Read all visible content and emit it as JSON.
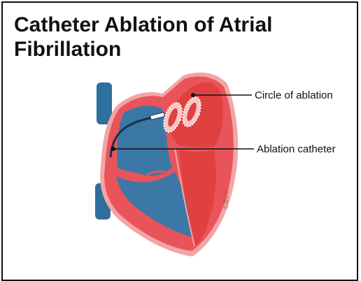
{
  "title": "Catheter Ablation of Atrial Fibrillation",
  "labels": {
    "circle_of_ablation": "Circle of ablation",
    "ablation_catheter": "Ablation catheter"
  },
  "watermark": "©BUS",
  "colors": {
    "vessel_blue": "#2e6f9e",
    "chamber_blue": "#3b78a6",
    "muscle_red": "#e8545a",
    "chamber_red": "#e0403f",
    "pericardium_pink": "#f2a5a5",
    "catheter": "#16324f"
  }
}
